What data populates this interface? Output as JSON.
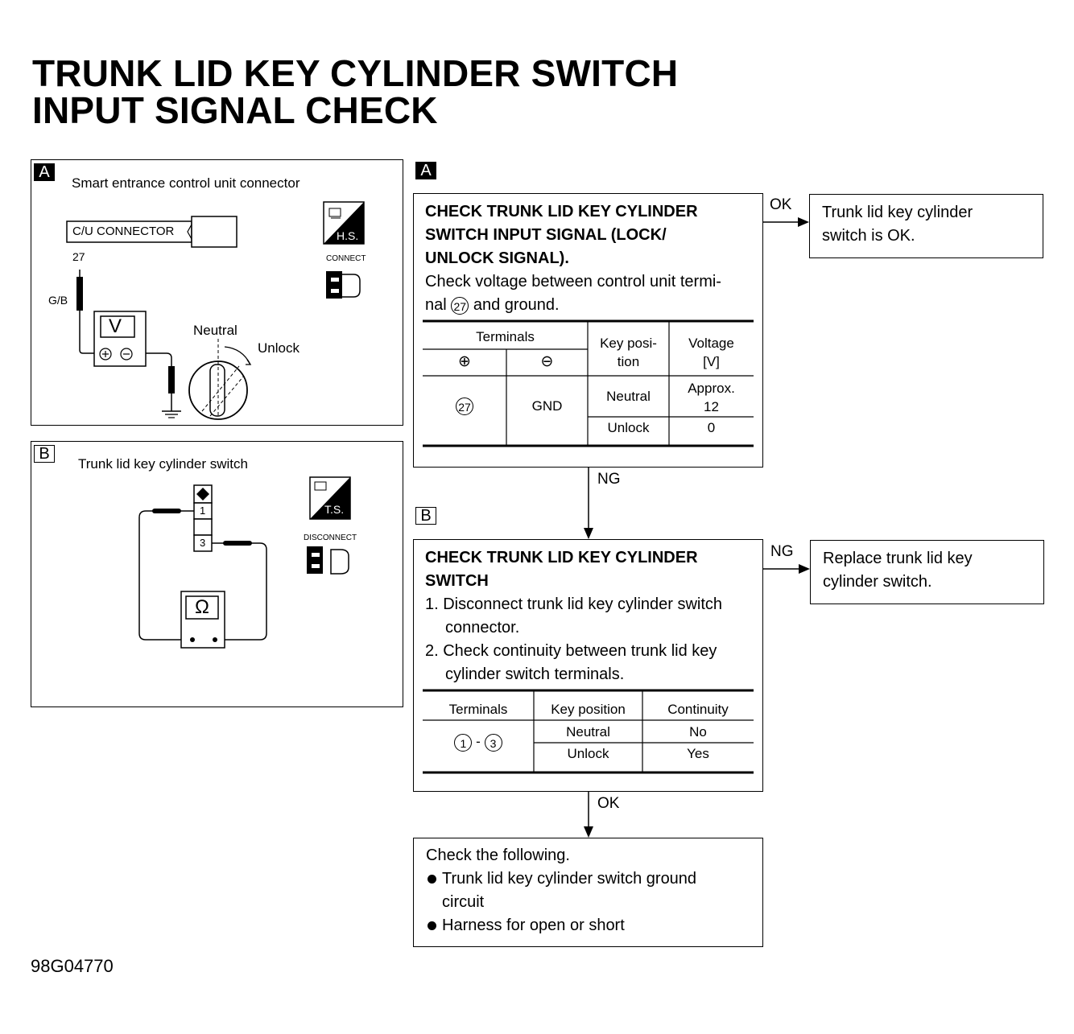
{
  "title_line1": "TRUNK LID KEY CYLINDER SWITCH",
  "title_line2": "INPUT SIGNAL CHECK",
  "panel_a": {
    "tag": "A",
    "caption": "Smart entrance control unit connector",
    "connector_label": "C/U CONNECTOR",
    "terminal": "27",
    "wire": "G/B",
    "meter": "V",
    "neutral": "Neutral",
    "unlock": "Unlock",
    "hs_label": "H.S.",
    "connect_label": "CONNECT"
  },
  "panel_b": {
    "tag": "B",
    "caption": "Trunk lid key cylinder switch",
    "term1": "1",
    "term3": "3",
    "meter": "Ω",
    "ts_label": "T.S.",
    "disconnect_label": "DISCONNECT"
  },
  "step_a": {
    "tag": "A",
    "heading": [
      "CHECK TRUNK LID KEY CYLINDER",
      "SWITCH INPUT SIGNAL (LOCK/",
      "UNLOCK SIGNAL)."
    ],
    "instr1": "Check voltage between control unit termi-",
    "instr2_pre": "nal",
    "instr2_circ": "27",
    "instr2_post": "and ground.",
    "table": {
      "h_terminals": "Terminals",
      "h_plus": "⊕",
      "h_minus": "⊖",
      "h_key1": "Key posi-",
      "h_key2": "tion",
      "h_volt1": "Voltage",
      "h_volt2": "[V]",
      "term_circ": "27",
      "gnd": "GND",
      "row1_key": "Neutral",
      "row1_v1": "Approx.",
      "row1_v2": "12",
      "row2_key": "Unlock",
      "row2_v": "0"
    }
  },
  "ok_a": "OK",
  "result_ok": [
    "Trunk lid key cylinder",
    "switch is OK."
  ],
  "ng_a": "NG",
  "step_b": {
    "tag": "B",
    "heading": [
      "CHECK TRUNK LID KEY CYLINDER",
      "SWITCH"
    ],
    "item1_a": "1. Disconnect trunk lid key cylinder switch",
    "item1_b": "connector.",
    "item2_a": "2. Check continuity between trunk lid key",
    "item2_b": "cylinder switch terminals.",
    "table": {
      "h_terminals": "Terminals",
      "h_key": "Key position",
      "h_cont": "Continuity",
      "t1": "1",
      "dash": "-",
      "t3": "3",
      "row1_key": "Neutral",
      "row1_cont": "No",
      "row2_key": "Unlock",
      "row2_cont": "Yes"
    }
  },
  "ng_b": "NG",
  "result_ng": [
    "Replace trunk lid key",
    "cylinder switch."
  ],
  "ok_b": "OK",
  "final": {
    "intro": "Check the following.",
    "b1a": "Trunk lid key cylinder switch ground",
    "b1b": "circuit",
    "b2": "Harness for open or short"
  },
  "code": "98G04770"
}
